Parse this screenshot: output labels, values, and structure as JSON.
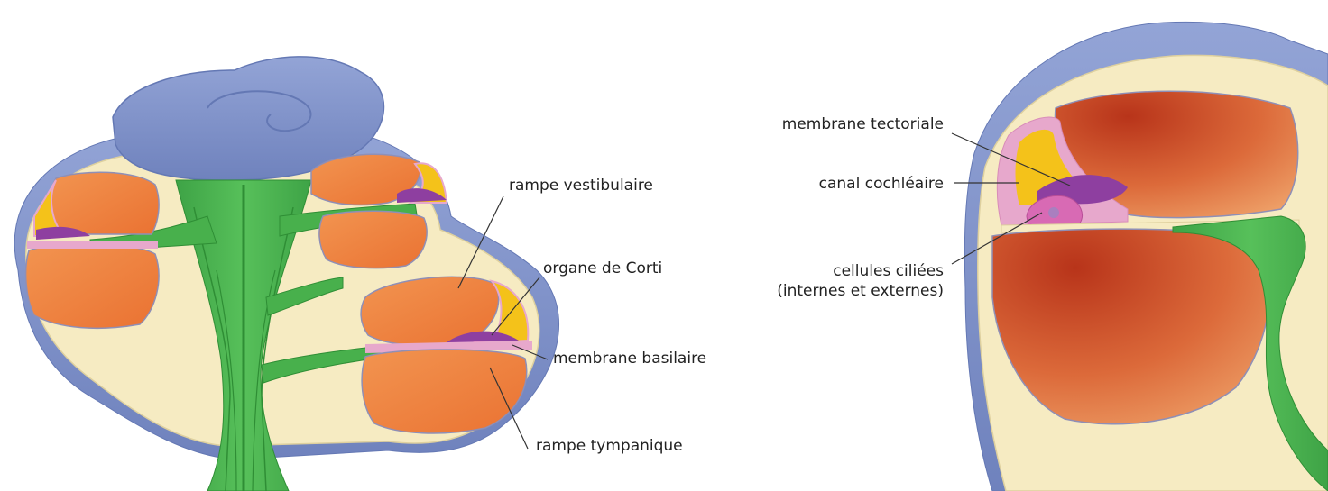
{
  "labels": {
    "rampe_vestibulaire": "rampe vestibulaire",
    "organe_de_corti": "organe de Corti",
    "membrane_basilaire": "membrane basilaire",
    "rampe_tympanique": "rampe tympanique",
    "membrane_tectoriale": "membrane tectoriale",
    "canal_cochleaire": "canal cochléaire",
    "cellules_ciliees_line1": "cellules ciliées",
    "cellules_ciliees_line2": "(internes et externes)"
  },
  "colors": {
    "bone": "#f6ebc2",
    "bone_edge": "#ded09e",
    "outer_blue": "#8396cc",
    "outer_blue_dark": "#6478b4",
    "scala_orange": "#f08a44",
    "scala_orange_light": "#f6a86c",
    "scala_red": "#c0401e",
    "nerve_green": "#48b04c",
    "nerve_green_dark": "#2f8e35",
    "duct_yellow": "#f4c21a",
    "duct_pink": "#e7a8cc",
    "tectorial_purple": "#8e3fa0",
    "hair_cell_pink": "#d86ab4",
    "line": "#333333"
  }
}
